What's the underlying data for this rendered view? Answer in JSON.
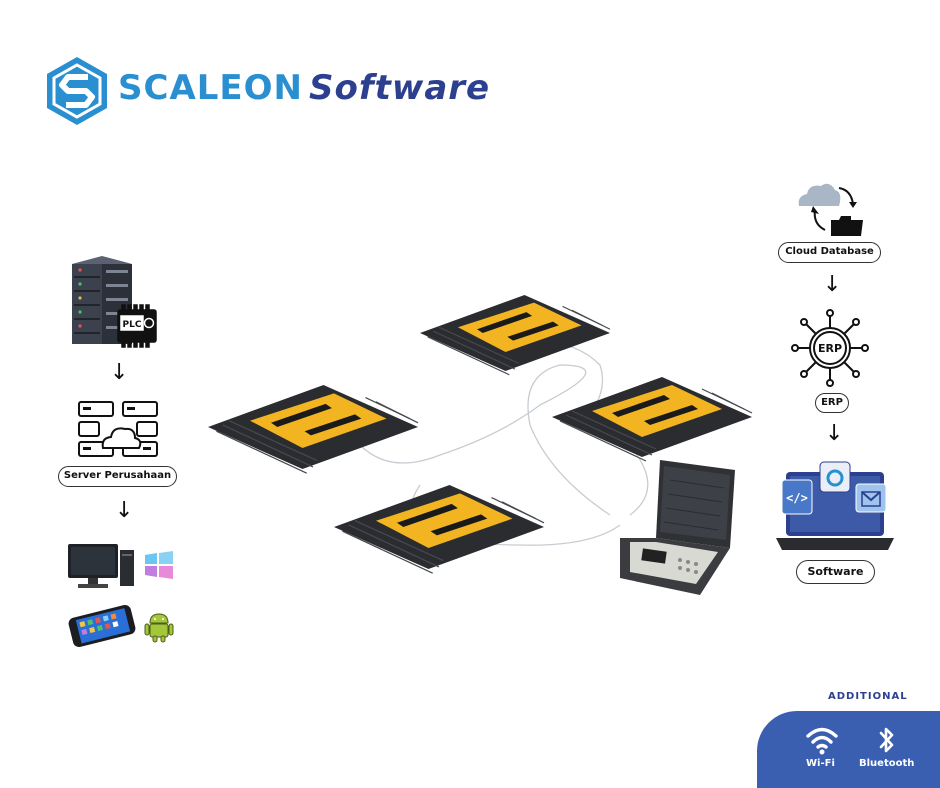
{
  "brand": {
    "name_part1": "SCALEON",
    "name_part2": "Software",
    "color_primary": "#2a8fd1",
    "color_secondary": "#2d3f8f"
  },
  "left_flow": {
    "server_label": "Server Perusahaan",
    "plc_label": "PLC",
    "icons": [
      "server-rack-icon",
      "plc-icon",
      "cloud-server-icon",
      "desktop-pc-icon",
      "windows-icon",
      "smartphone-icon",
      "android-icon"
    ]
  },
  "right_flow": {
    "cloud_label": "Cloud Database",
    "erp_label": "ERP",
    "erp_center": "ERP",
    "software_label": "Software",
    "icons": [
      "cloud-sync-icon",
      "folder-icon",
      "erp-gear-icon",
      "laptop-icon"
    ]
  },
  "center": {
    "icons": [
      "weighing-pad-icon",
      "indicator-case-icon"
    ]
  },
  "additional": {
    "title": "ADDITIONAL",
    "wifi_label": "Wi-Fi",
    "bluetooth_label": "Bluetooth",
    "panel_color": "#3a5fb0"
  },
  "arrow_glyph": "↓"
}
